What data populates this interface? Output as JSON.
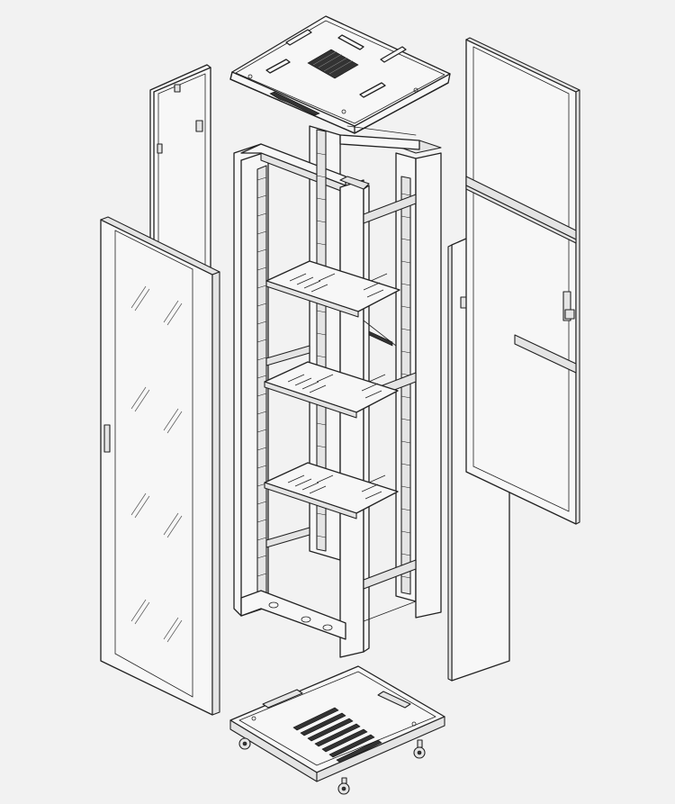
{
  "colors": {
    "background": "#f2f2f2",
    "line": "#222222",
    "panel": "#f7f7f7",
    "shade": "#e4e4e4"
  },
  "parts": [
    "top-cover",
    "rear-door",
    "side-panel-left",
    "front-glass-door",
    "frame",
    "side-panel-right",
    "base"
  ]
}
